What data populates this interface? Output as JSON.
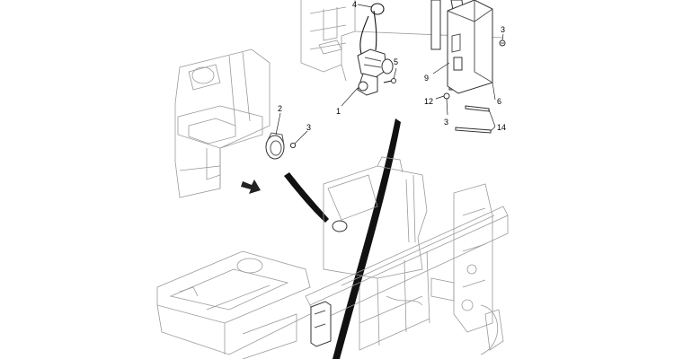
{
  "callouts": [
    {
      "id": "c1",
      "text": "1"
    },
    {
      "id": "c2",
      "text": "2"
    },
    {
      "id": "c3a",
      "text": "3"
    },
    {
      "id": "c3b",
      "text": "3"
    },
    {
      "id": "c3c",
      "text": "3"
    },
    {
      "id": "c4",
      "text": "4"
    },
    {
      "id": "c5",
      "text": "5"
    },
    {
      "id": "c6",
      "text": "6"
    },
    {
      "id": "c9",
      "text": "9"
    },
    {
      "id": "c12",
      "text": "12"
    },
    {
      "id": "c14",
      "text": "14"
    }
  ],
  "icons": {
    "direction_arrow": "hand-pointer-arrow-icon"
  }
}
